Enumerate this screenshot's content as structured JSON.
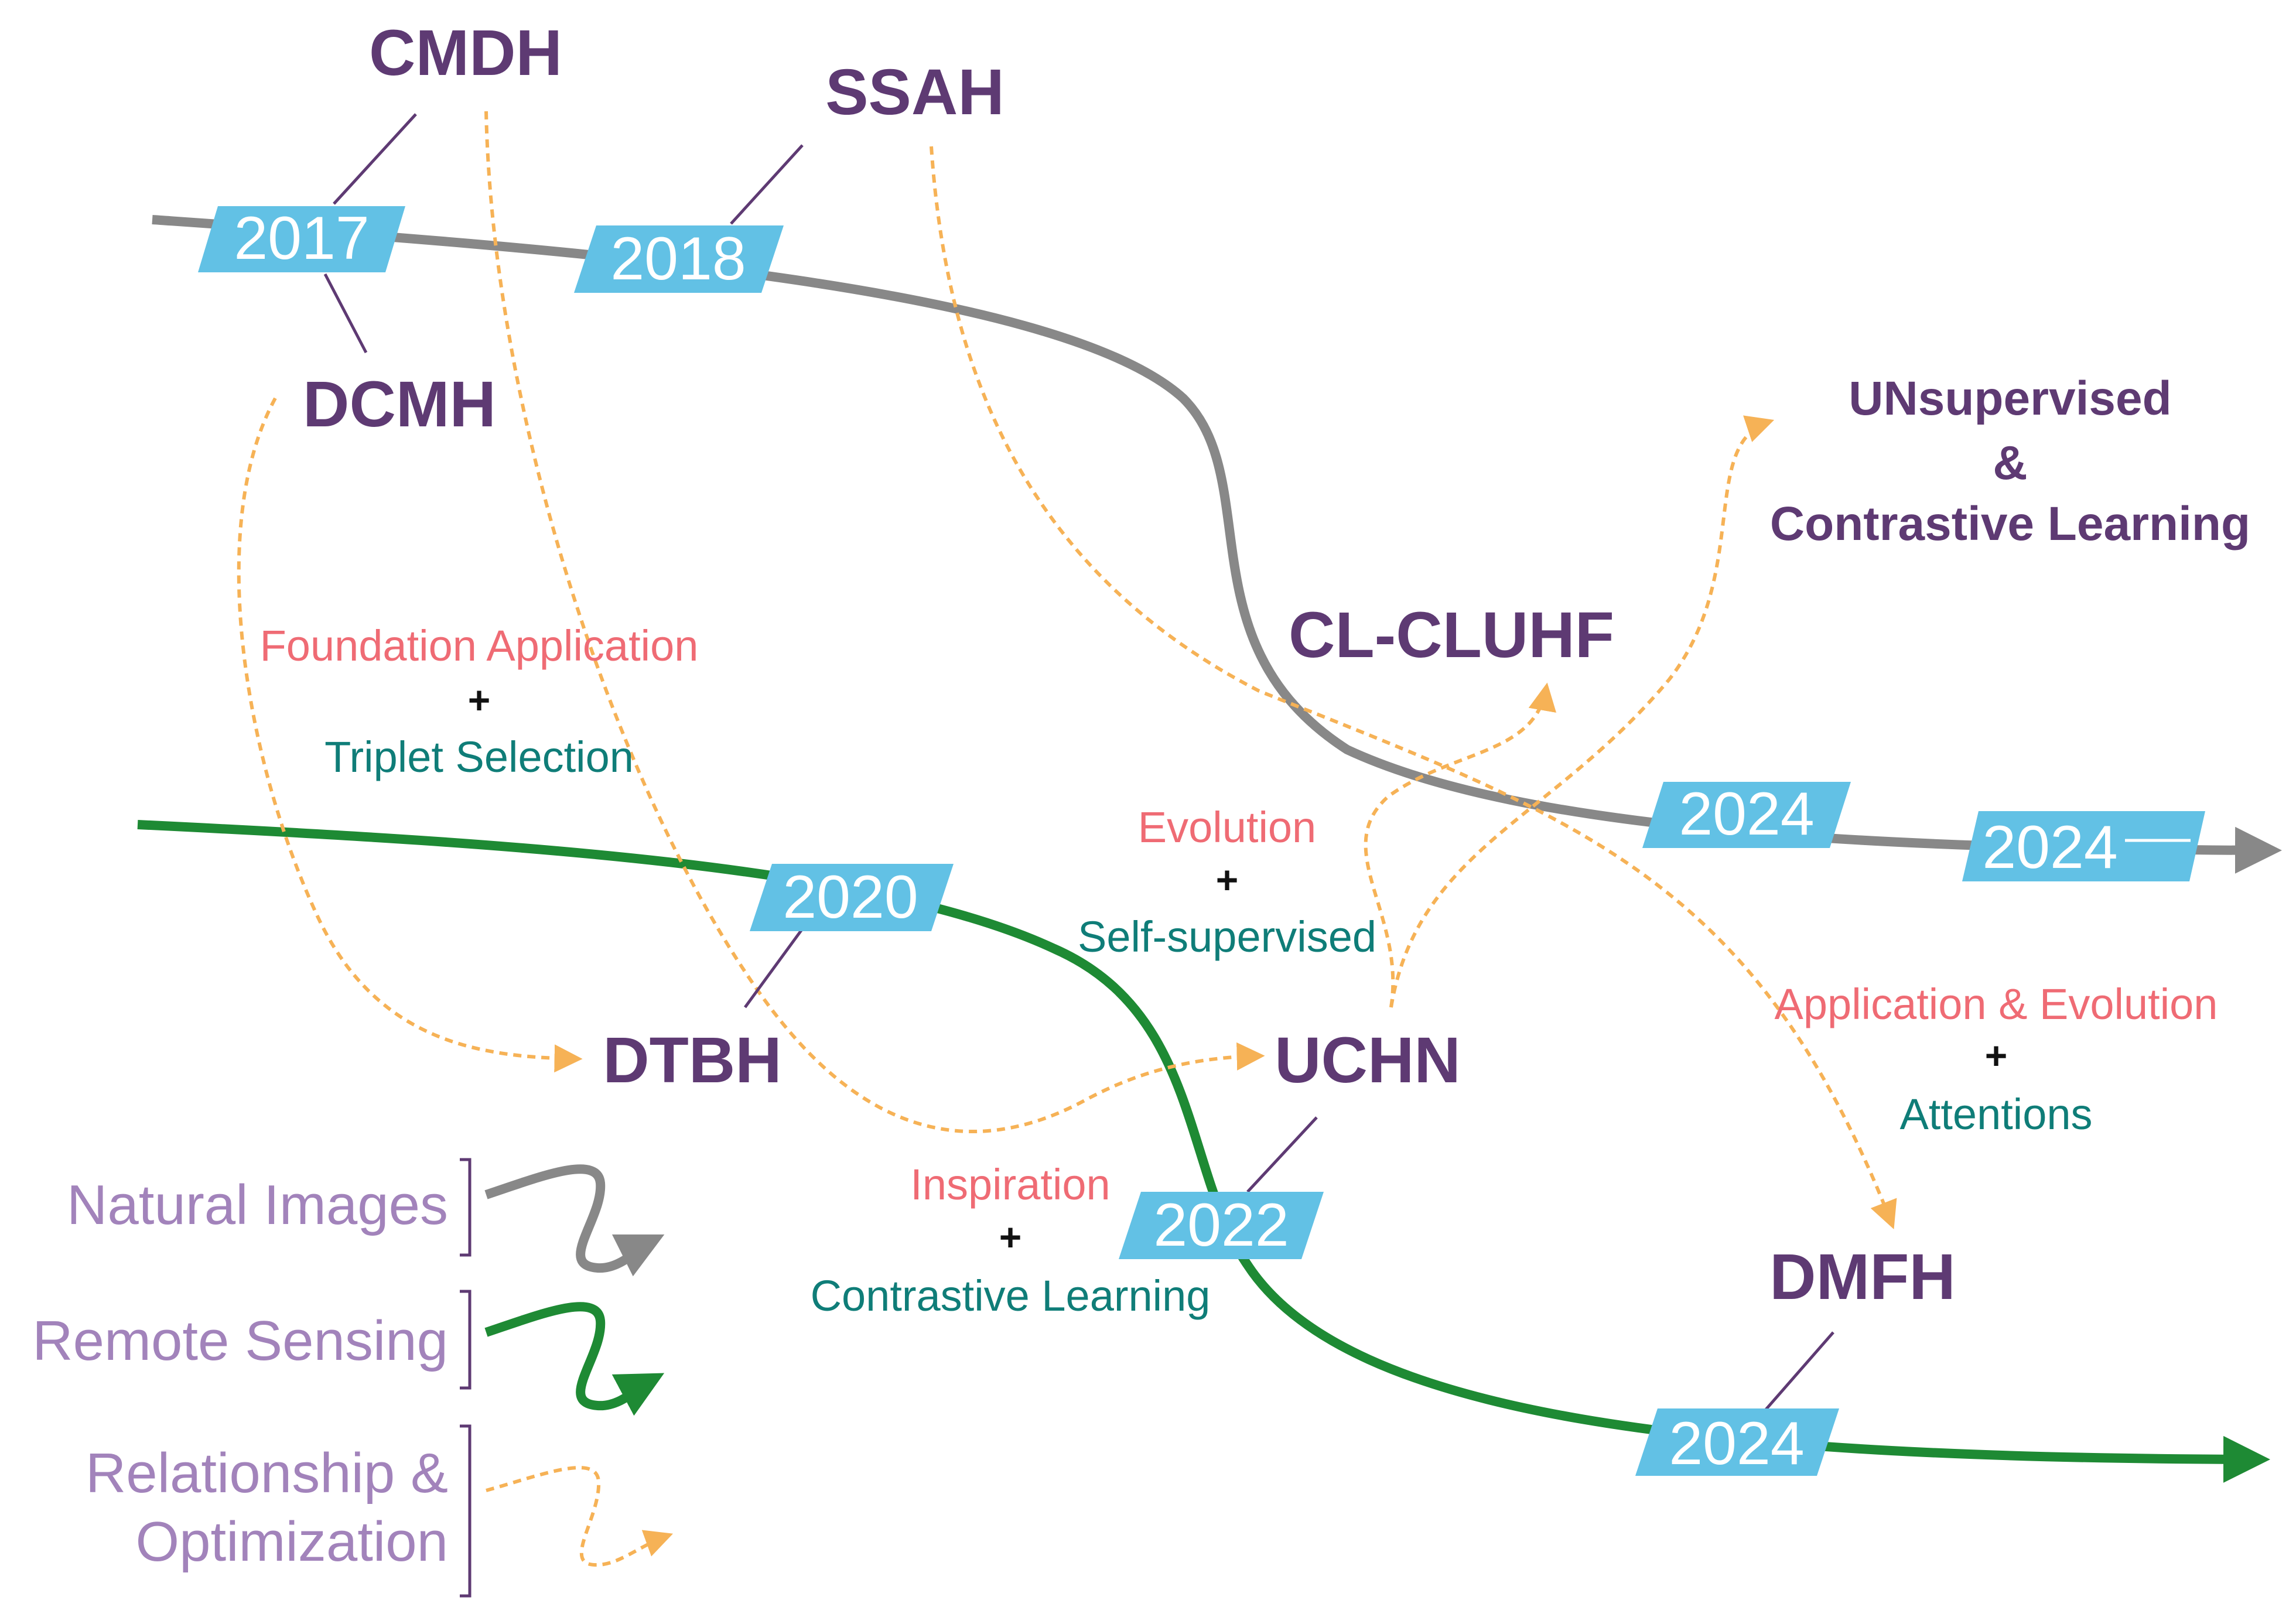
{
  "methods": {
    "cmdh": "CMDH",
    "ssah": "SSAH",
    "dcmh": "DCMH",
    "cl_cluhf": "CL-CLUHF",
    "dtbh": "DTBH",
    "uchn": "UCHN",
    "dmfh": "DMFH"
  },
  "years": {
    "y2017": "2017",
    "y2018": "2018",
    "y2024_natural_a": "2024",
    "y2024_natural_b": "2024",
    "y2020": "2020",
    "y2022": "2022",
    "y2024_remote": "2024"
  },
  "goal": {
    "line1": "UNsupervised",
    "line2": "&",
    "line3": "Contrastive Learning"
  },
  "relations": {
    "foundation": {
      "top": "Foundation Application",
      "plus": "+",
      "bottom": "Triplet Selection"
    },
    "evolution": {
      "top": "Evolution",
      "plus": "+",
      "bottom": "Self-supervised"
    },
    "application": {
      "top": "Application & Evolution",
      "plus": "+",
      "bottom": "Attentions"
    },
    "inspiration": {
      "top": "Inspiration",
      "plus": "+",
      "bottom": "Contrastive Learning"
    }
  },
  "legend": {
    "natural": "Natural Images",
    "remote": "Remote Sensing",
    "relationship_line1": "Relationship &",
    "relationship_line2": "Optimization"
  },
  "colors": {
    "natural_line": "#888888",
    "remote_line": "#1e8a34",
    "relation_arrow": "#f6b256",
    "year_badge": "#62c1e5",
    "method_text": "#5e3a73",
    "relation_red": "#ef6b74",
    "relation_teal": "#0f7d78",
    "legend_text": "#a283bb"
  }
}
